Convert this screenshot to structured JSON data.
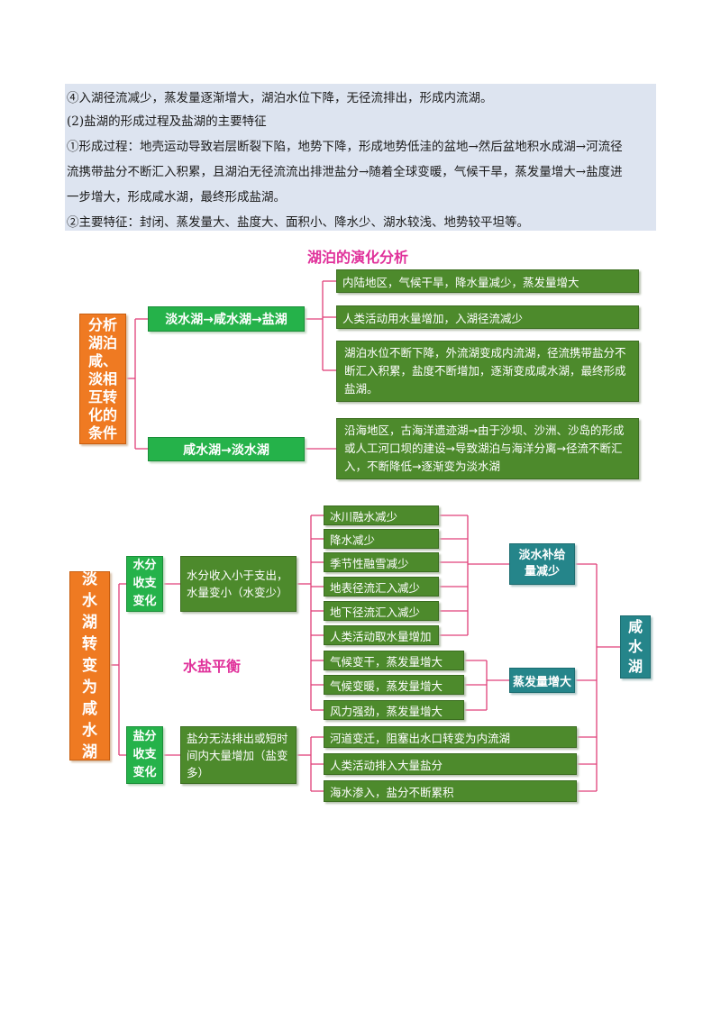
{
  "intro_text": {
    "line1": "④入湖径流减少，蒸发量逐渐增大，湖泊水位下降，无径流排出，形成内流湖。",
    "line2": "(2)盐湖的形成过程及盐湖的主要特征",
    "line3": "①形成过程：地壳运动导致岩层断裂下陷，地势下降，形成地势低洼的盆地→然后盆地积水成湖→河流径",
    "line4": "流携带盐分不断汇入积累，且湖泊无径流流出排泄盐分→随着全球变暖，气候干旱，蒸发量增大→盐度进",
    "line5": "一步增大，形成咸水湖，最终形成盐湖。",
    "line6": "②主要特征：封闭、蒸发量大、盐度大、面积小、降水少、湖水较浅、地势较平坦等。"
  },
  "diagram1": {
    "title": "湖泊的演化分析",
    "root_label": "分析湖泊咸、淡相互转化的条件",
    "branch_fresh_to_salt": "淡水湖→咸水湖→盐湖",
    "branch_salt_to_fresh": "咸水湖→淡水湖",
    "cond_inland": "内陆地区，气候干旱，降水量减少，蒸发量增大",
    "cond_human": "人类活动用水量增加，入湖径流减少",
    "cond_level": "湖泊水位不断下降，外流湖变成内流湖，径流携带盐分不断汇入积累，盐度不断增加，逐渐变成咸水湖，最终形成盐湖。",
    "cond_coastal": "沿海地区，古海洋遗迹湖→由于沙坝、沙洲、沙岛的形成或人工河口坝的建设→导致湖泊与海洋分离→径流不断汇入，不断降低→逐渐变为淡水湖"
  },
  "diagram2": {
    "title": "水盐平衡",
    "root_label": "淡水湖转变为咸水湖",
    "water_branch": "水分收支变化",
    "water_desc": "水分收入小于支出，水量变小（水变少）",
    "salt_branch": "盐分收支变化",
    "salt_desc": "盐分无法排出或短时间内大量增加（盐变多）",
    "supply_label": "淡水补给量减少",
    "evap_label": "蒸发量增大",
    "result_label": "咸水湖",
    "leaves": [
      "冰川融水减少",
      "降水减少",
      "季节性融雪减少",
      "地表径流汇入减少",
      "地下径流汇入减少",
      "人类活动取水量增加",
      "气候变干，蒸发量增大",
      "气候变暖，蒸发量增大",
      "风力强劲，蒸发量增大",
      "河道变迁，阻塞出水口转变为内流湖",
      "人类活动排入大量盐分",
      "海水渗入，盐分不断累积"
    ]
  },
  "colors": {
    "dark_green": "#4d8a2c",
    "bright_green": "#25b24a",
    "orange": "#ef7a22",
    "teal": "#25858a",
    "connector_pink": "#e0407a",
    "title_magenta": "#e0309a",
    "text_bg": "#dde4f0"
  }
}
